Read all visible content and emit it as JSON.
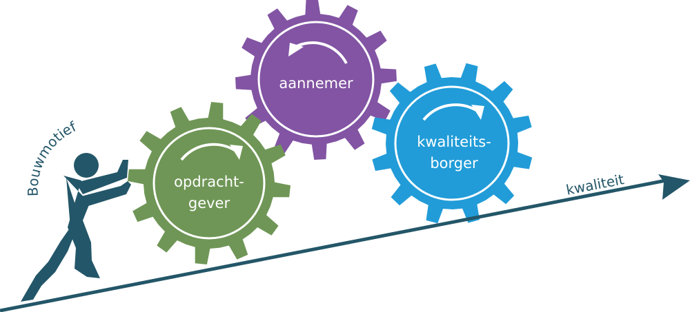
{
  "colors": {
    "axis": "#235668",
    "figure": "#235668",
    "gear_client": "#6f9656",
    "gear_contractor": "#8254a3",
    "gear_inspector": "#219cd8",
    "text_on_gear": "#ffffff"
  },
  "actor": {
    "label": "Bouwmotief"
  },
  "axis": {
    "label": "kwaliteit"
  },
  "gears": [
    {
      "id": "client",
      "line1": "opdracht-",
      "line2": "gever",
      "rotation": "clockwise"
    },
    {
      "id": "contractor",
      "line1": "aannemer",
      "line2": "",
      "rotation": "counter-clockwise"
    },
    {
      "id": "inspector",
      "line1": "kwaliteits-",
      "line2": "borger",
      "rotation": "clockwise"
    }
  ]
}
